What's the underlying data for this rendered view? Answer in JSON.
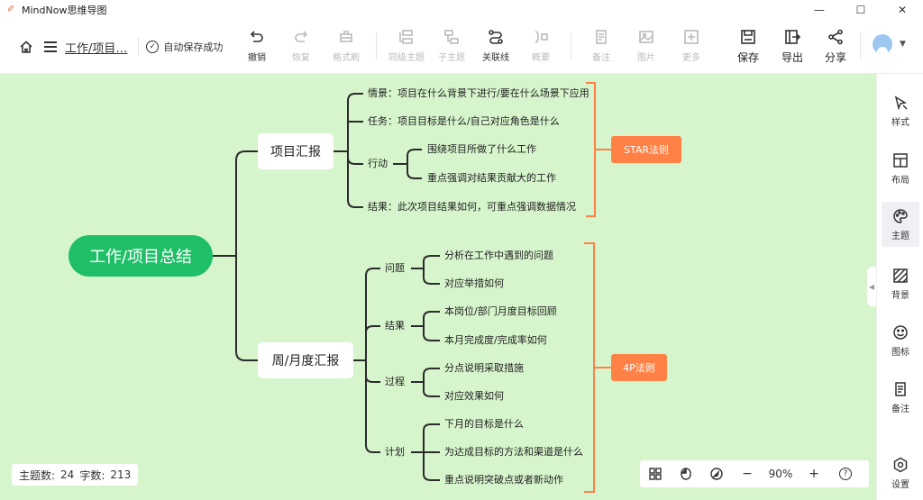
{
  "window": {
    "title": "MindNow思维导图"
  },
  "toolbar": {
    "doc_title": "工作/项目…",
    "save_status": "自动保存成功",
    "tools": {
      "undo": "撤销",
      "redo": "恢复",
      "format_brush": "格式刷",
      "sibling": "同级主题",
      "child": "子主题",
      "relation": "关联线",
      "summary": "概要",
      "note": "备注",
      "image": "图片",
      "more": "更多",
      "save": "保存",
      "export": "导出",
      "share": "分享"
    }
  },
  "mindmap": {
    "root": "工作/项目总结",
    "branches": [
      {
        "label": "项目汇报",
        "tag": "STAR法则",
        "children": [
          {
            "label": "情景：项目在什么背景下进行/要在什么场景下应用"
          },
          {
            "label": "任务：项目目标是什么/自己对应角色是什么"
          },
          {
            "label": "行动",
            "children": [
              "围绕项目所做了什么工作",
              "重点强调对结果贡献大的工作"
            ]
          },
          {
            "label": "结果：此次项目结果如何，可重点强调数据情况"
          }
        ]
      },
      {
        "label": "周/月度汇报",
        "tag": "4P法则",
        "children": [
          {
            "label": "问题",
            "children": [
              "分析在工作中遇到的问题",
              "对应举措如何"
            ]
          },
          {
            "label": "结果",
            "children": [
              "本岗位/部门月度目标回顾",
              "本月完成度/完成率如何"
            ]
          },
          {
            "label": "过程",
            "children": [
              "分点说明采取措施",
              "对应效果如何"
            ]
          },
          {
            "label": "计划",
            "children": [
              "下月的目标是什么",
              "为达成目标的方法和渠道是什么",
              "重点说明突破点或者新动作"
            ]
          }
        ]
      }
    ]
  },
  "stats": {
    "topics_label": "主题数:",
    "topics": "24",
    "words_label": "字数:",
    "words": "213"
  },
  "zoom": {
    "level": "90%",
    "minus": "−",
    "plus": "+",
    "help": "?"
  },
  "sidebar": {
    "style": "样式",
    "layout": "布局",
    "theme": "主题",
    "background": "背景",
    "icon": "图标",
    "note": "备注",
    "settings": "设置"
  },
  "colors": {
    "canvas": "#d6f5cc",
    "root": "#1fbf68",
    "accent": "#ff8145",
    "line": "#2b2b2b"
  }
}
